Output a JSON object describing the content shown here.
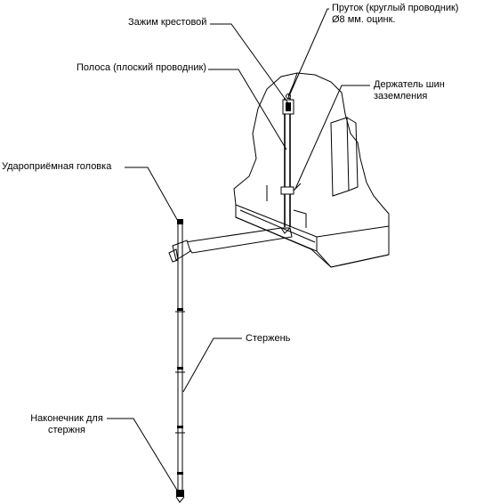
{
  "labels": {
    "clamp": "Зажим крестовой",
    "rod_wire_line1": "Пруток (круглый проводник)",
    "rod_wire_line2": "Ø8 мм. оцинк.",
    "strip": "Полоса (плоский проводник)",
    "holder_line1": "Держатель шин",
    "holder_line2": "заземления",
    "strike_head": "Удароприёмная головка",
    "rod": "Стержень",
    "tip_line1": "Наконечник для",
    "tip_line2": "стержня"
  }
}
